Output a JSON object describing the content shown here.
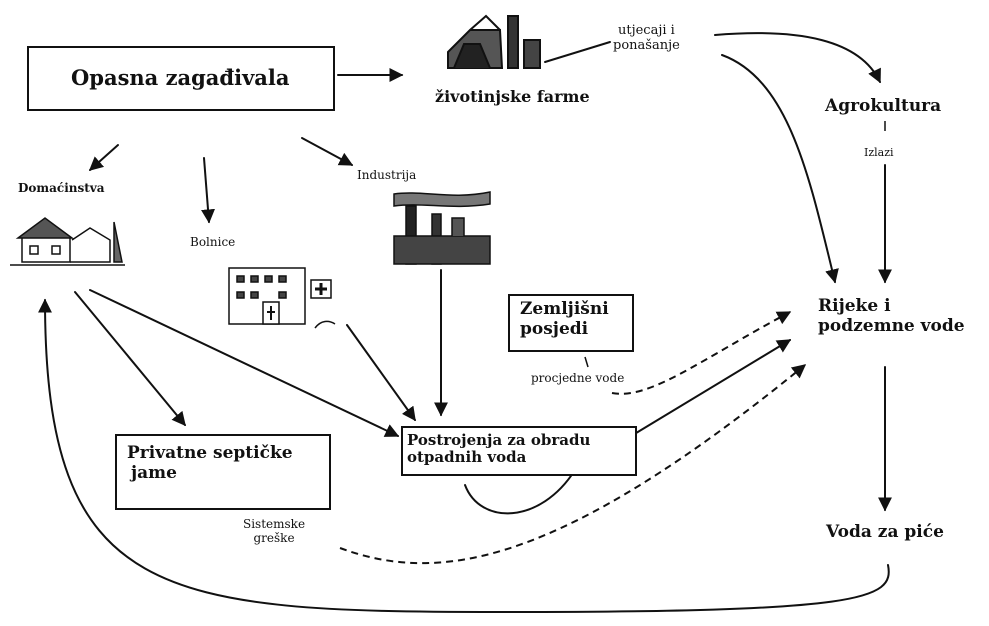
{
  "nodes": {
    "hazardous_pollutants": "Opasna zagađivala",
    "animal_farms": "životinjske farme",
    "impacts_behavior": [
      "utjecaji i",
      "ponašanje"
    ],
    "agriculture": "Agrokultura",
    "outputs": "Izlazi",
    "households": "Domaćinstva",
    "hospitals": "Bolnice",
    "industry": "Industrija",
    "land_holdings": [
      "Zemljišni",
      "posjedi"
    ],
    "leachate": "procjedne vode",
    "rivers_groundwater": [
      "Rijeke i",
      "podzemne vode"
    ],
    "septic_tanks": [
      "Privatne septičke",
      "jame"
    ],
    "treatment_plants": [
      "Postrojenja za obradu",
      "otpadnih voda"
    ],
    "system_failures": [
      "Sistemske",
      "greške"
    ],
    "drinking_water": "Voda za piće"
  },
  "icons": [
    "farm-icon",
    "house-icon",
    "factory-icon",
    "hospital-icon"
  ]
}
